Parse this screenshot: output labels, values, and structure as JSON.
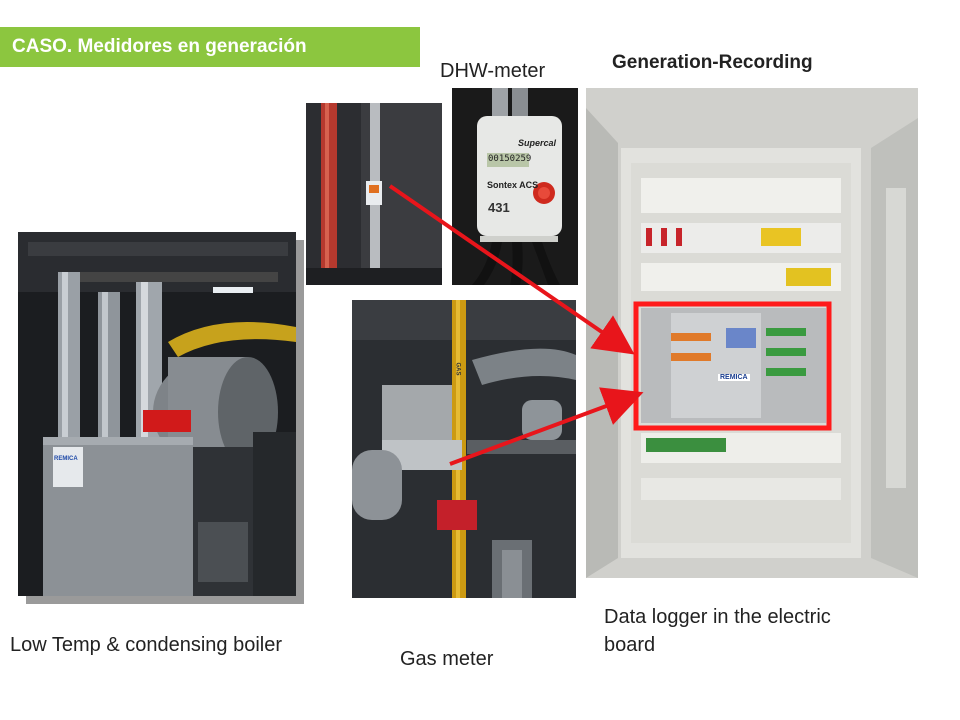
{
  "header": {
    "title": "CASO. Medidores en generación"
  },
  "labels": {
    "dhw_meter": "DHW-meter",
    "generation_recording": "Generation-Recording",
    "boiler": "Low Temp & condensing boiler",
    "gas_meter": "Gas meter",
    "data_logger_line1": "Data logger in the electric",
    "data_logger_line2": "board"
  },
  "photo_text": {
    "dhw_brand": "Supercal",
    "dhw_display": "00150259",
    "dhw_acs": "Sontex ACS",
    "dhw_model": "431",
    "board_brand": "REMICA",
    "boiler_brand": "REMICA",
    "gas_tag": "GAS"
  },
  "colors": {
    "accent_green": "#8cc63f",
    "arrow_red": "#e8151b",
    "highlight_red": "#ff1a1a"
  }
}
